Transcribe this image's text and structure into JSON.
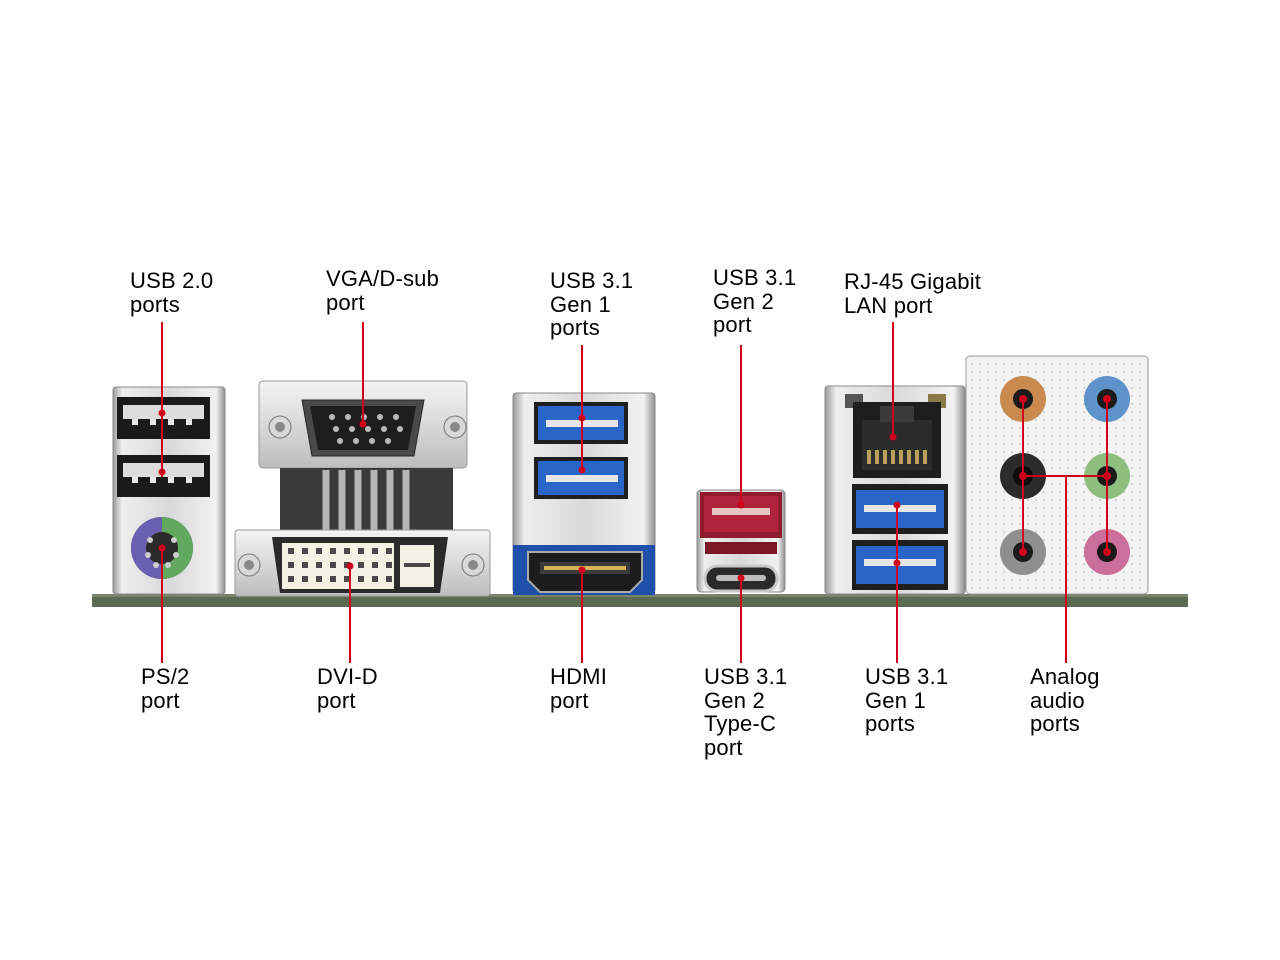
{
  "colors": {
    "callout_line": "#d0021b",
    "usb3_blue": "#2a66c8",
    "type_c_red": "#b1233a",
    "board_green": "#5d6a52",
    "audio_orange": "#c98a50",
    "audio_blue": "#5f92c9",
    "audio_black": "#2b2b2b",
    "audio_green": "#8fbf7f",
    "audio_gray": "#8f8f8f",
    "audio_pink": "#cc6f9a"
  },
  "labels": {
    "usb20": "USB 2.0\nports",
    "vga": "VGA/D-sub\nport",
    "usb31g1_top": "USB 3.1\nGen 1\nports",
    "usb31g2_top": "USB 3.1\nGen 2\nport",
    "rj45": "RJ-45 Gigabit\nLAN port",
    "ps2": "PS/2\nport",
    "dvid": "DVI-D\nport",
    "hdmi": "HDMI\nport",
    "usb31g2_typec": "USB 3.1\nGen 2\nType-C\nport",
    "usb31g1_bottom": "USB 3.1\nGen 1\nports",
    "analog_audio": "Analog\naudio\nports"
  }
}
